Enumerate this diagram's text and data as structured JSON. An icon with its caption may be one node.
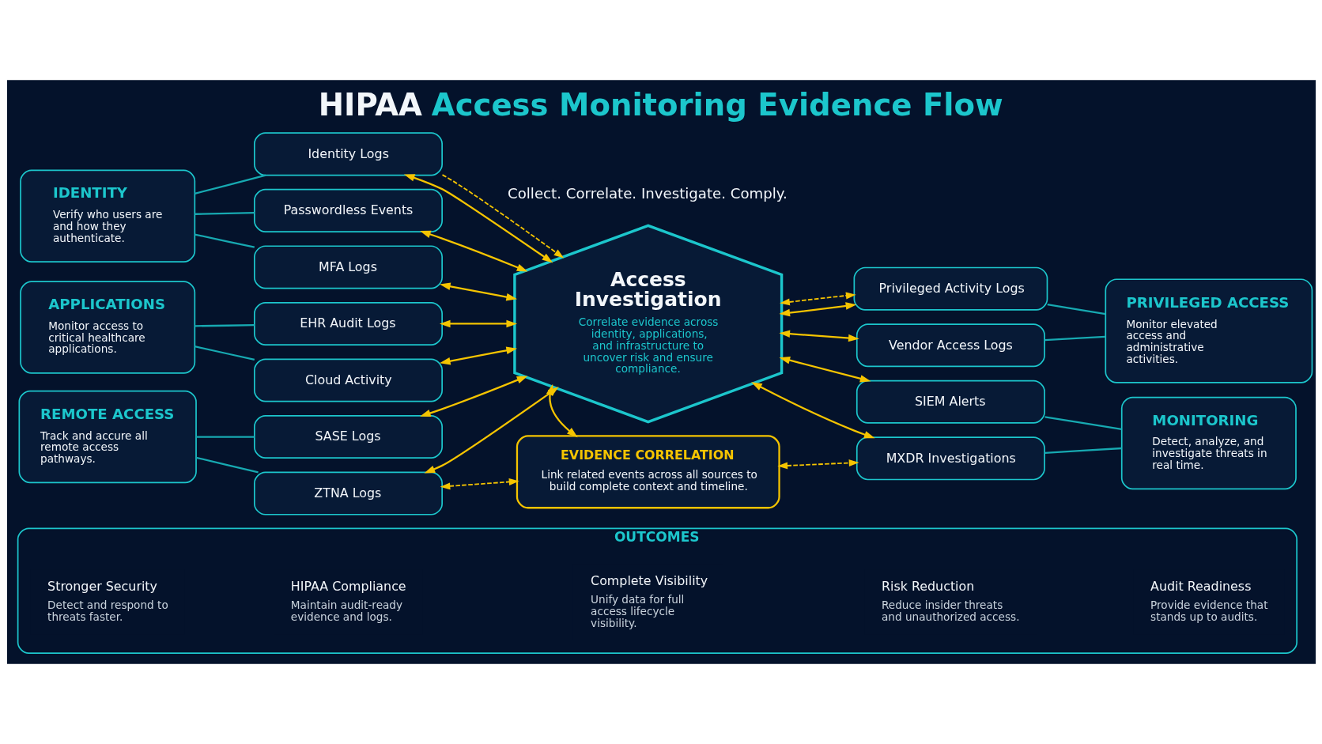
{
  "diagram": {
    "title": "HIPAA Access Monitoring Evidence Flow",
    "nodes": [
      {
        "text": [
          "IDENTITY",
          "Verify who users are and how they authenticate."
        ]
      },
      {
        "text": [
          "Identity Logs"
        ]
      },
      {
        "text": [
          "Passwordless Events"
        ]
      },
      {
        "text": [
          "MFA Logs"
        ]
      },
      {
        "text": [
          "APPLICATIONS",
          "Monitor access to critical healthcare applications."
        ]
      },
      {
        "text": [
          "EHR Audit Logs"
        ]
      },
      {
        "text": [
          "Cloud Activity"
        ]
      },
      {
        "text": [
          "REMOTE ACCESS",
          "Track and accure all remote access pathways."
        ]
      },
      {
        "text": [
          "SASE Logs"
        ]
      },
      {
        "text": [
          "ZTNA Logs"
        ]
      },
      {
        "text": [
          "Access Investigation",
          "Correlate evidence across identity, applications, and infrastructure to uncover risk and ensure compliance."
        ]
      },
      {
        "text": [
          "Privileged Activity Logs"
        ]
      },
      {
        "text": [
          "Vendor Access Logs"
        ]
      },
      {
        "text": [
          "SIEM Alerts"
        ]
      },
      {
        "text": [
          "MXDR Investigations"
        ]
      },
      {
        "text": [
          "PRIVILEGED ACCESS",
          "Monitor elevated access and administrative activities."
        ]
      },
      {
        "text": [
          "MONITORING",
          "Detect, analyze, and investigate threats in real time."
        ]
      },
      {
        "text": [
          "EVIDENCE CORRELATION",
          "Link related events across all sources to build complete context and timeline."
        ]
      },
      {
        "text": [
          "OUTCOMES"
        ]
      },
      {
        "text": [
          "Stronger Security",
          "Detect and respond to threats faster."
        ],
        "in": 18
      },
      {
        "text": [
          "HIPAA Compliance",
          "Maintain audit-ready evidence and logs."
        ],
        "in": 18
      },
      {
        "text": [
          "Complete Visibility",
          "Unify data for full access lifecycle visibility."
        ],
        "in": 18
      },
      {
        "text": [
          "Risk Reduction",
          "Reduce insider threats and unauthorized access."
        ],
        "in": 18
      },
      {
        "text": [
          "Audit Readiness",
          "Provide evidence that stands up to audits."
        ],
        "in": 18
      }
    ],
    "edges": [
      {
        "from": 0,
        "to": 1,
        "arrow": "none",
        "color": "#17a9b1"
      },
      {
        "from": 0,
        "to": 2,
        "arrow": "none",
        "color": "#17a9b1"
      },
      {
        "from": 0,
        "to": 3,
        "arrow": "none",
        "color": "#17a9b1"
      },
      {
        "from": 4,
        "to": 5,
        "arrow": "none",
        "color": "#17a9b1"
      },
      {
        "from": 4,
        "to": 6,
        "arrow": "none",
        "color": "#17a9b1"
      },
      {
        "from": 7,
        "to": 8,
        "arrow": "none",
        "color": "#17a9b1"
      },
      {
        "from": 7,
        "to": 9,
        "arrow": "none",
        "color": "#17a9b1"
      },
      {
        "from": 1,
        "to": 10,
        "arrow": "both"
      },
      {
        "from": 2,
        "to": 10,
        "arrow": "both"
      },
      {
        "from": 3,
        "to": 10,
        "arrow": "both"
      },
      {
        "from": 5,
        "to": 10,
        "arrow": "both"
      },
      {
        "from": 6,
        "to": 10,
        "arrow": "both"
      },
      {
        "from": 8,
        "to": 10,
        "arrow": "both"
      },
      {
        "from": 9,
        "to": 10,
        "arrow": "both"
      },
      {
        "from": 10,
        "to": 11,
        "arrow": "both"
      },
      {
        "from": 10,
        "to": 12,
        "arrow": "both"
      },
      {
        "from": 10,
        "to": 13,
        "arrow": "both"
      },
      {
        "from": 10,
        "to": 14,
        "arrow": "both"
      },
      {
        "from": 11,
        "to": 15,
        "arrow": "none",
        "color": "#17a9b1"
      },
      {
        "from": 12,
        "to": 15,
        "arrow": "none",
        "color": "#17a9b1"
      },
      {
        "from": 13,
        "to": 16,
        "arrow": "none",
        "color": "#17a9b1"
      },
      {
        "from": 14,
        "to": 16,
        "arrow": "none",
        "color": "#17a9b1"
      },
      {
        "from": 10,
        "to": 17,
        "arrow": "both"
      },
      {
        "from": 1,
        "to": 10,
        "arrow": "to",
        "style": "dashed"
      },
      {
        "from": 10,
        "to": 11,
        "arrow": "both",
        "style": "dashed"
      },
      {
        "from": 9,
        "to": 17,
        "arrow": "both",
        "style": "dashed"
      },
      {
        "from": 17,
        "to": 14,
        "arrow": "both",
        "style": "dashed"
      }
    ],
    "labels": [
      "Collect. Correlate. Investigate. Comply."
    ]
  }
}
